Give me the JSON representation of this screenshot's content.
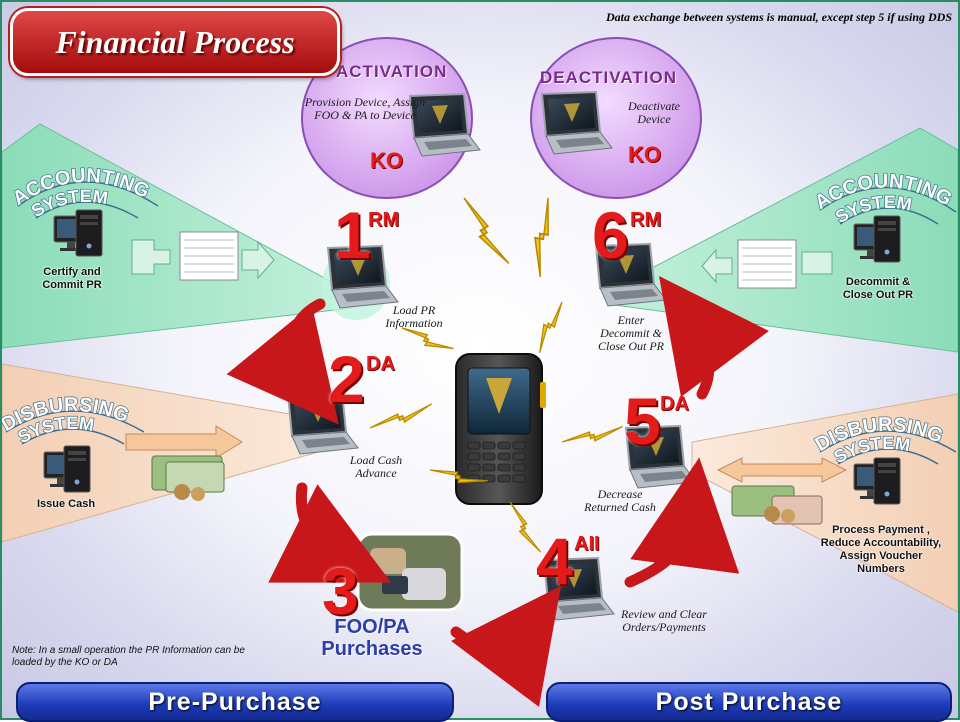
{
  "title": "Financial Process",
  "header_note": "Data exchange between systems is manual, except step 5 if using DDS",
  "small_note": "Note: In a small operation the PR Information can be loaded by the KO or DA",
  "bubbles": {
    "activation": {
      "title": "ACTIVATION",
      "text": "Provision Device, Assign FOO & PA to Device",
      "role": "KO"
    },
    "deactivation": {
      "title": "DEACTIVATION",
      "text": "Deactivate Device",
      "role": "KO"
    }
  },
  "systems": {
    "acct_left": {
      "title_line1": "ACCOUNTING",
      "title_line2": "SYSTEM",
      "label_line1": "Certify and",
      "label_line2": "Commit PR"
    },
    "acct_right": {
      "title_line1": "ACCOUNTING",
      "title_line2": "SYSTEM",
      "label_line1": "Decommit &",
      "label_line2": "Close Out PR"
    },
    "disb_left": {
      "title_line1": "DISBURSING",
      "title_line2": "SYSTEM",
      "label_line1": "Issue Cash"
    },
    "disb_right": {
      "title_line1": "DISBURSING",
      "title_line2": "SYSTEM",
      "label_line1": "Process Payment ,",
      "label_line2": "Reduce Accountability,",
      "label_line3": "Assign Voucher",
      "label_line4": "Numbers"
    }
  },
  "steps": [
    {
      "num": "1",
      "role": "RM",
      "label_line1": "Load PR",
      "label_line2": "Information"
    },
    {
      "num": "2",
      "role": "DA",
      "label_line1": "Load Cash",
      "label_line2": "Advance"
    },
    {
      "num": "3",
      "role": "",
      "label_line1": "FOO/PA",
      "label_line2": "Purchases"
    },
    {
      "num": "4",
      "role": "AII",
      "label_line1": "Review and Clear",
      "label_line2": "Orders/Payments"
    },
    {
      "num": "5",
      "role": "DA",
      "label_line1": "Decrease",
      "label_line2": "Returned  Cash"
    },
    {
      "num": "6",
      "role": "RM",
      "label_line1": "Enter",
      "label_line2": "Decommit &",
      "label_line3": "Close Out PR"
    }
  ],
  "bottom": {
    "left": "Pre-Purchase",
    "right": "Post Purchase"
  },
  "colors": {
    "accent_red": "#e31b1b",
    "bar_blue": "#1c3ab8",
    "green_panel": "#9fe3c4",
    "tan_panel": "#f6dcc6",
    "bubble_purple": "#d8a8f0",
    "lightning": "#f2c21b"
  }
}
